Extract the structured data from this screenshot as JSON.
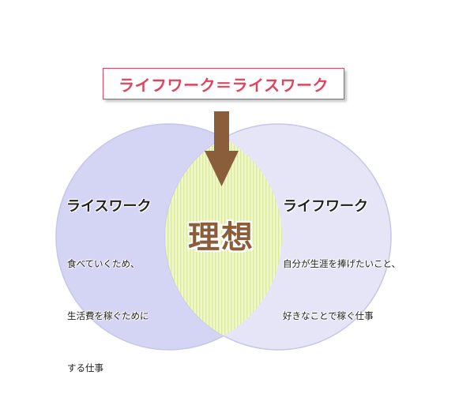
{
  "header": {
    "title": "ライフワーク＝ライスワーク"
  },
  "left_circle": {
    "title": "ライスワーク",
    "description": "食べていくため、\n生活費を稼ぐためにする仕事",
    "description_lines": [
      "食べていくため、",
      "生活費を稼ぐために",
      "する仕事"
    ],
    "color": "#d4d4f4"
  },
  "right_circle": {
    "title": "ライフワーク",
    "description_lines": [
      "自分が生涯を捧げたいこと、",
      "好きなことで稼ぐ仕事"
    ],
    "color": "#e5e5f7"
  },
  "center": {
    "label": "理想",
    "color": "#f1f7cc",
    "stripe_color": "#dbe9a0"
  },
  "colors": {
    "title_accent": "#e0445c",
    "arrow": "#8a5e3b",
    "circle_stroke": "#c6c6e6"
  }
}
